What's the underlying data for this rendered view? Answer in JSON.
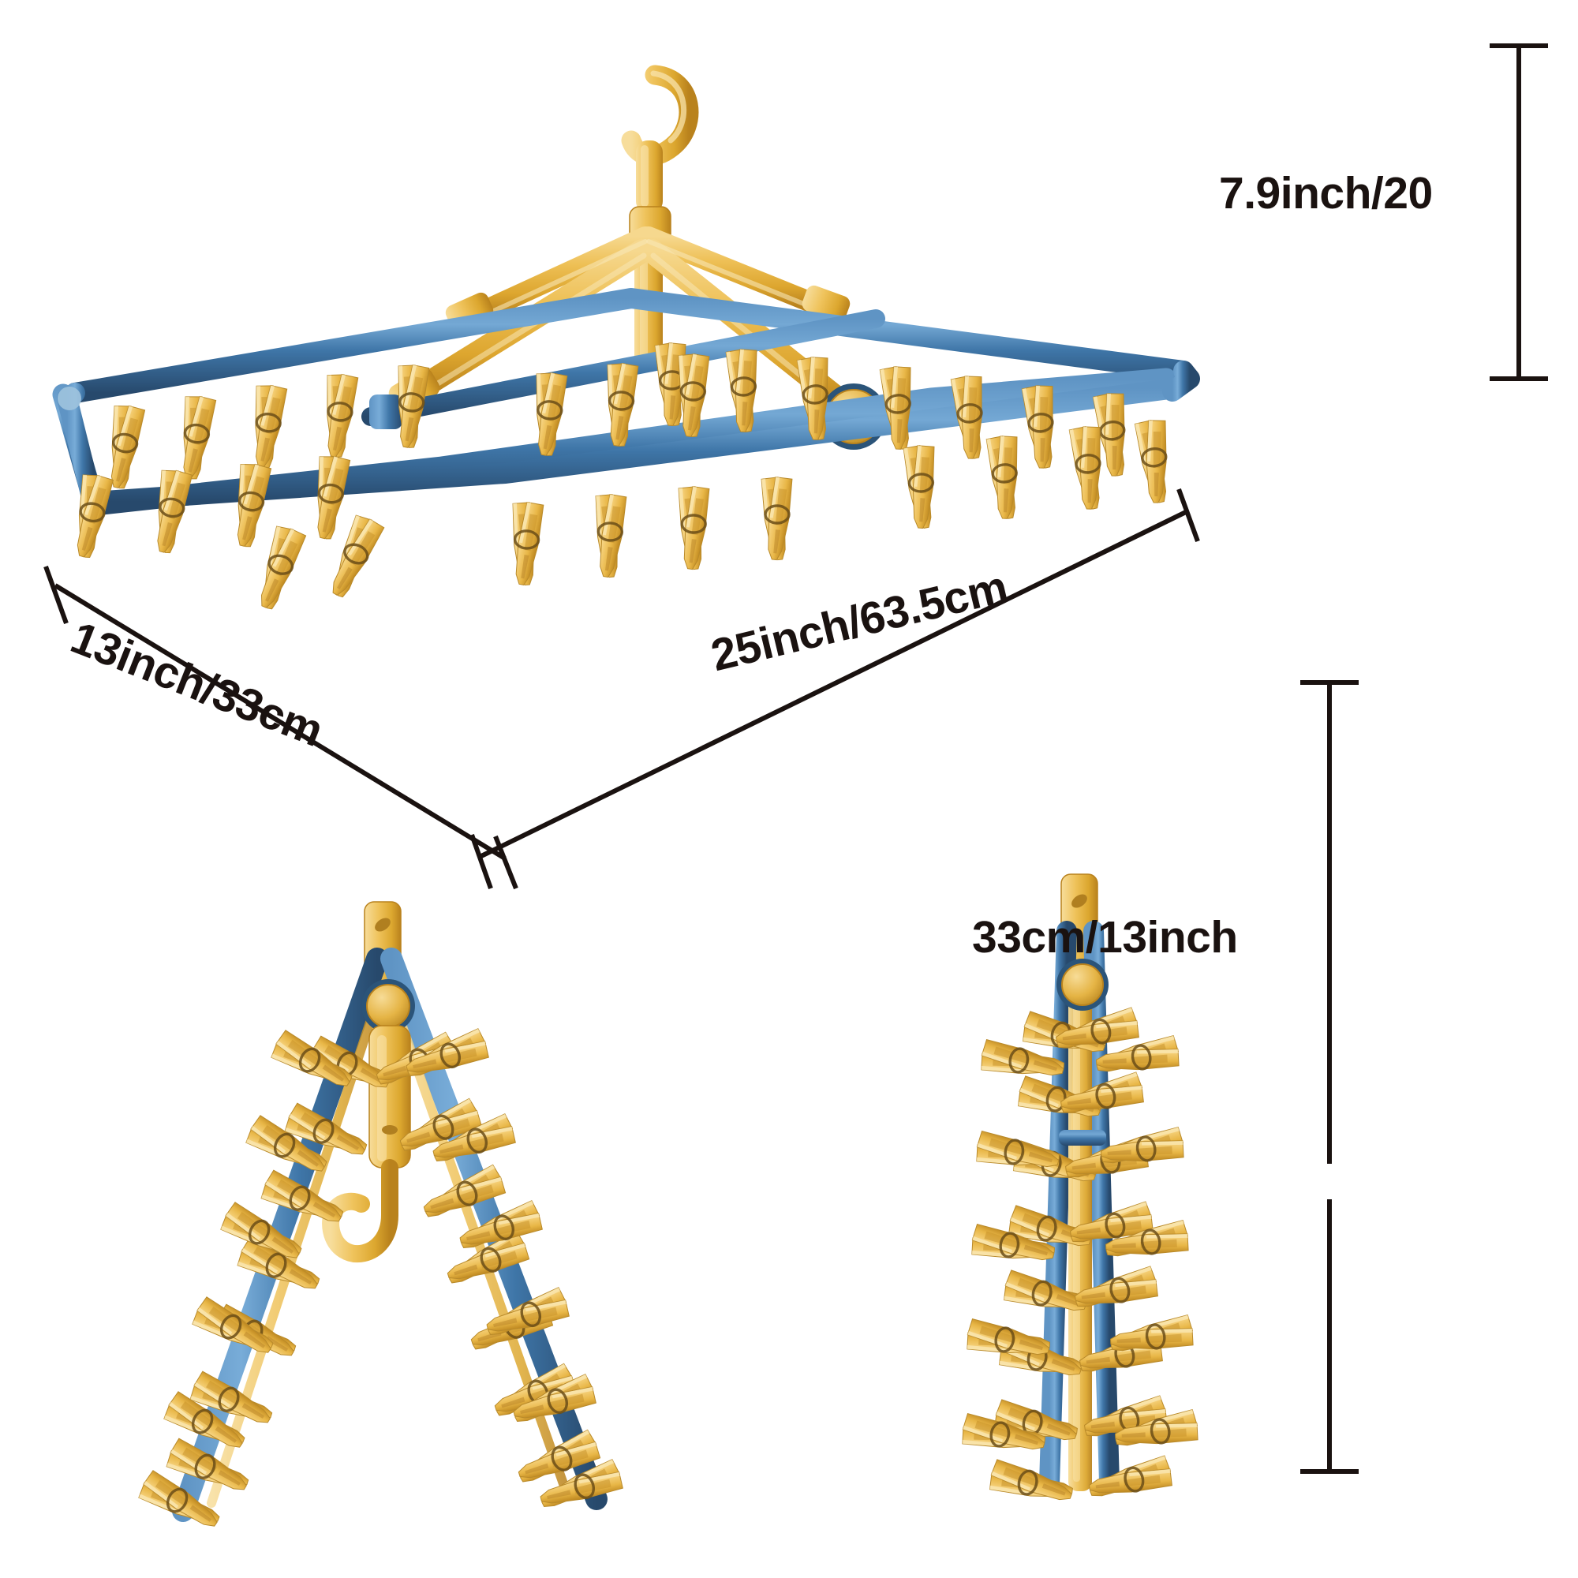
{
  "figure": {
    "title": "Foldable clothes drying hanger dimension diagram",
    "background_color": "#ffffff"
  },
  "colors": {
    "frame_blue": "#3f76a8",
    "frame_blue_dark": "#2b5479",
    "frame_blue_light": "#6fa3cd",
    "clip_gold": "#f0c35a",
    "clip_gold_light": "#f8dc93",
    "clip_gold_dark": "#c9972f",
    "arm_gold": "#e8b944",
    "dimension_line": "#1a1210",
    "label_text": "#1a1210"
  },
  "dimensions": {
    "height": {
      "label": "7.9inch/20",
      "value_inch": 7.9,
      "value_cm": 20,
      "orientation": "vertical",
      "position": "top-right"
    },
    "depth": {
      "label": "13inch/33cm",
      "value_inch": 13,
      "value_cm": 33,
      "orientation": "diagonal",
      "position": "bottom-left"
    },
    "width": {
      "label": "25inch/63.5cm",
      "value_inch": 25,
      "value_cm": 63.5,
      "orientation": "diagonal",
      "position": "bottom-center"
    },
    "folded_height": {
      "label": "33cm/13inch",
      "value_cm": 33,
      "value_inch": 13,
      "orientation": "vertical",
      "position": "right"
    }
  },
  "views": {
    "open": {
      "name": "open-hanger-view",
      "clip_count": 30
    },
    "folded_front": {
      "name": "folded-front-view",
      "clip_count": 30
    },
    "folded_side": {
      "name": "folded-side-view",
      "clip_count": 30
    }
  }
}
